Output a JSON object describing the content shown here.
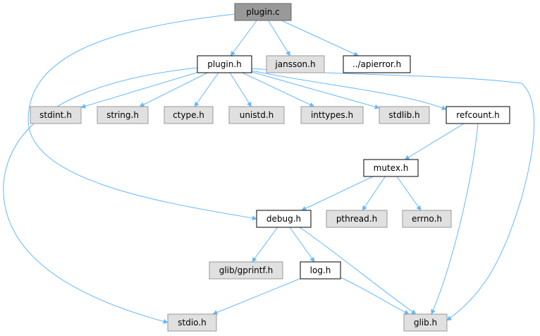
{
  "colors": {
    "edge": "#63b8ff",
    "root_fill": "#999999",
    "local_fill": "#ffffff",
    "system_fill": "#e0e0e0",
    "local_stroke": "#000000",
    "system_stroke": "#999999"
  },
  "nodes": [
    {
      "id": "plugin_c",
      "label": "plugin.c",
      "kind": "root"
    },
    {
      "id": "plugin_h",
      "label": "plugin.h",
      "kind": "local"
    },
    {
      "id": "jansson_h",
      "label": "jansson.h",
      "kind": "system"
    },
    {
      "id": "apierror_h",
      "label": "../apierror.h",
      "kind": "local"
    },
    {
      "id": "stdint_h",
      "label": "stdint.h",
      "kind": "system"
    },
    {
      "id": "string_h",
      "label": "string.h",
      "kind": "system"
    },
    {
      "id": "ctype_h",
      "label": "ctype.h",
      "kind": "system"
    },
    {
      "id": "unistd_h",
      "label": "unistd.h",
      "kind": "system"
    },
    {
      "id": "inttypes_h",
      "label": "inttypes.h",
      "kind": "system"
    },
    {
      "id": "stdlib_h",
      "label": "stdlib.h",
      "kind": "system"
    },
    {
      "id": "refcount_h",
      "label": "refcount.h",
      "kind": "local"
    },
    {
      "id": "mutex_h",
      "label": "mutex.h",
      "kind": "local"
    },
    {
      "id": "debug_h",
      "label": "debug.h",
      "kind": "local"
    },
    {
      "id": "pthread_h",
      "label": "pthread.h",
      "kind": "system"
    },
    {
      "id": "errno_h",
      "label": "errno.h",
      "kind": "system"
    },
    {
      "id": "gprintf_h",
      "label": "glib/gprintf.h",
      "kind": "system"
    },
    {
      "id": "log_h",
      "label": "log.h",
      "kind": "local"
    },
    {
      "id": "stdio_h",
      "label": "stdio.h",
      "kind": "system"
    },
    {
      "id": "glib_h",
      "label": "glib.h",
      "kind": "system"
    }
  ],
  "edges": [
    {
      "from": "plugin_c",
      "to": "plugin_h"
    },
    {
      "from": "plugin_c",
      "to": "jansson_h"
    },
    {
      "from": "plugin_c",
      "to": "apierror_h"
    },
    {
      "from": "plugin_c",
      "to": "debug_h"
    },
    {
      "from": "plugin_h",
      "to": "stdint_h"
    },
    {
      "from": "plugin_h",
      "to": "string_h"
    },
    {
      "from": "plugin_h",
      "to": "ctype_h"
    },
    {
      "from": "plugin_h",
      "to": "unistd_h"
    },
    {
      "from": "plugin_h",
      "to": "inttypes_h"
    },
    {
      "from": "plugin_h",
      "to": "stdlib_h"
    },
    {
      "from": "plugin_h",
      "to": "refcount_h"
    },
    {
      "from": "plugin_h",
      "to": "stdio_h"
    },
    {
      "from": "plugin_h",
      "to": "glib_h"
    },
    {
      "from": "refcount_h",
      "to": "mutex_h"
    },
    {
      "from": "refcount_h",
      "to": "glib_h"
    },
    {
      "from": "mutex_h",
      "to": "debug_h"
    },
    {
      "from": "mutex_h",
      "to": "pthread_h"
    },
    {
      "from": "mutex_h",
      "to": "errno_h"
    },
    {
      "from": "debug_h",
      "to": "gprintf_h"
    },
    {
      "from": "debug_h",
      "to": "log_h"
    },
    {
      "from": "debug_h",
      "to": "glib_h"
    },
    {
      "from": "log_h",
      "to": "stdio_h"
    },
    {
      "from": "log_h",
      "to": "glib_h"
    }
  ]
}
